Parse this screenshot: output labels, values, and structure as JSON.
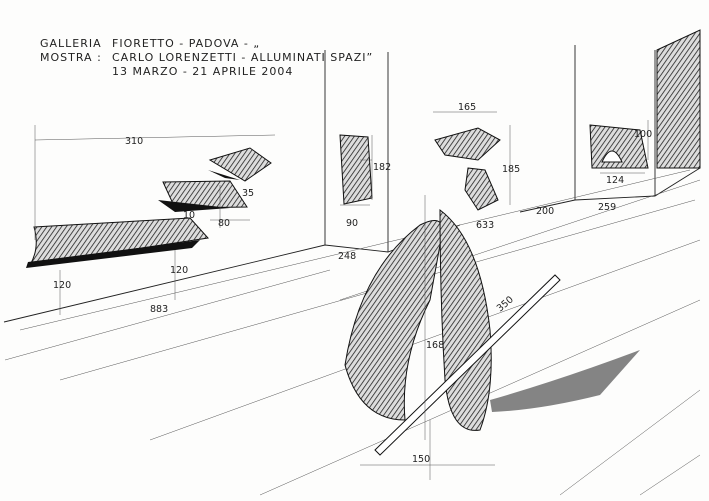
{
  "title_block": {
    "line1_label": "GALLERIA",
    "line1_value": "FIORETTO - PADOVA - „",
    "line2_label": "MOSTRA :",
    "line2_value": "CARLO LORENZETTI - ALLUMINATI SPAZI”",
    "line3_value": "13 MARZO - 21 APRILE 2004"
  },
  "dimensions": {
    "left_group_width": "310",
    "upper_piece_gap": "35",
    "small_offset": "10",
    "step_depth": "80",
    "height_left": "120",
    "height_right": "120",
    "floor_length": "883",
    "wall_segment": "248",
    "wall_piece_height": "182",
    "wall_piece_width": "90",
    "stack_width": "165",
    "stack_height": "185",
    "stack_floor": "633",
    "back_wall_segment": "200",
    "back_right_segment": "259",
    "niche_height": "100",
    "niche_width": "124",
    "sculpture_height": "168",
    "rod_length": "350",
    "sculpture_base": "150"
  }
}
